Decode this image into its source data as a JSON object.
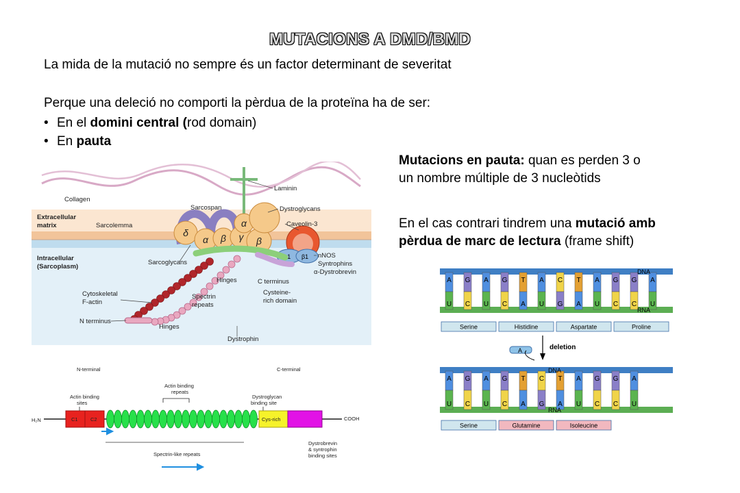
{
  "slide": {
    "title": "MUTACIONS A DMD/BMD",
    "line1": "La mida de la mutació no sempre és un factor determinant de severitat",
    "line2": "Perque una deleció no comporti la pèrdua de la proteïna ha de ser:",
    "bullets": [
      {
        "pre": "En el ",
        "bold": "domini central (",
        "post": "rod domain)"
      },
      {
        "pre": "En ",
        "bold": "pauta",
        "post": ""
      }
    ],
    "right_p1": {
      "bold": "Mutacions en pauta:",
      "line_a": " quan es perden 3 o",
      "line_b": "un nombre múltiple de 3 nucleòtids"
    },
    "right_p2": {
      "line_a_pre": "En el cas contrari tindrem una ",
      "line_a_bold": "mutació amb",
      "line_b_bold": "pèrdua de marc de lectura",
      "line_b_post": " (frame shift)"
    }
  },
  "membrane_figure": {
    "labels": {
      "laminin": "Laminin",
      "collagen": "Collagen",
      "sarcospan": "Sarcospan",
      "dystroglycans": "Dystroglycans",
      "caveolin": "Caveolin-3",
      "extracellular": "Extracellular",
      "matrix": "matrix",
      "sarcolemma": "Sarcolemma",
      "intracellular": "Intracellular",
      "sarcoplasm": "(Sarcoplasm)",
      "sarcoglycans": "Sarcoglycans",
      "hinges_top": "Hinges",
      "c_terminus": "C terminus",
      "nnos": "nNOS",
      "syntrophins": "Syntrophins",
      "dystrobrevin": "α-Dystrobrevin",
      "cytoskeletal": "Cytoskeletal",
      "factin": "F-actin",
      "spectrin": "Spectrin",
      "repeats": "repeats",
      "cysteine": "Cysteine-",
      "rich_domain": "rich domain",
      "n_terminus": "N terminus",
      "hinges_bottom": "Hinges",
      "dystrophin": "Dystrophin"
    },
    "glyphs": {
      "delta": "δ",
      "alpha": "α",
      "beta": "β",
      "gamma": "γ",
      "alpha1": "α1",
      "beta1": "β1"
    },
    "colors": {
      "membrane_top": "#f2c49a",
      "membrane_bottom": "#bfdcee",
      "sarcoglycan": "#f5c98a",
      "purple": "#8a7fc1",
      "red_actin": "#b0262b",
      "pink_dystrophin": "#e9a8c0"
    }
  },
  "domain_figure": {
    "n_terminal": "N-terminal",
    "c_terminal": "C-terminal",
    "actin_binding_repeats_a": "Actin binding",
    "actin_binding_repeats_b": "repeats",
    "actin_binding_sites_a": "Actin binding",
    "actin_binding_sites_b": "sites",
    "dystroglycan_a": "Dystroglycan",
    "dystroglycan_b": "binding site",
    "h2n": "H₂N",
    "cooh": "COOH",
    "c1": "C1",
    "c2": "C2",
    "cys_rich": "Cys-rich",
    "dystrobrevin_a": "Dystrobrevin",
    "dystrobrevin_b": "& syntrophin",
    "dystrobrevin_c": "binding sites",
    "spectrin_like": "Spectrin-like repeats",
    "colors": {
      "red": "#e8221f",
      "green": "#27e04a",
      "yellow": "#f6f22a",
      "magenta": "#e212e6",
      "arrow": "#1f8fe0"
    }
  },
  "dna_figure": {
    "dna": "DNA",
    "rna": "RNA",
    "deletion": "deletion",
    "deleted_base": "A",
    "top_dna": [
      "A",
      "G",
      "A",
      "G",
      "T",
      "A",
      "C",
      "T",
      "A",
      "G",
      "G",
      "A"
    ],
    "top_rna": [
      "U",
      "C",
      "U",
      "C",
      "A",
      "U",
      "G",
      "A",
      "U",
      "C",
      "C",
      "U"
    ],
    "top_amino": [
      "Serine",
      "Histidine",
      "Aspartate",
      "Proline"
    ],
    "bottom_dna": [
      "A",
      "G",
      "A",
      "G",
      "T",
      "C",
      "T",
      "A",
      "G",
      "G",
      "A"
    ],
    "bottom_rna": [
      "U",
      "C",
      "U",
      "C",
      "A",
      "G",
      "A",
      "U",
      "C",
      "C",
      "U"
    ],
    "bottom_amino": [
      "Serine",
      "Glutamine",
      "Isoleucine"
    ],
    "colors": {
      "A": "#4f8fe0",
      "G": "#8a7fc8",
      "T": "#e3a033",
      "C": "#f0d449",
      "U": "#5bb44f",
      "strand_blue": "#3f7fc4",
      "strand_green": "#5cae53",
      "serine_box": "#d0e6ee",
      "mut_box": "#f2b8bf"
    }
  }
}
